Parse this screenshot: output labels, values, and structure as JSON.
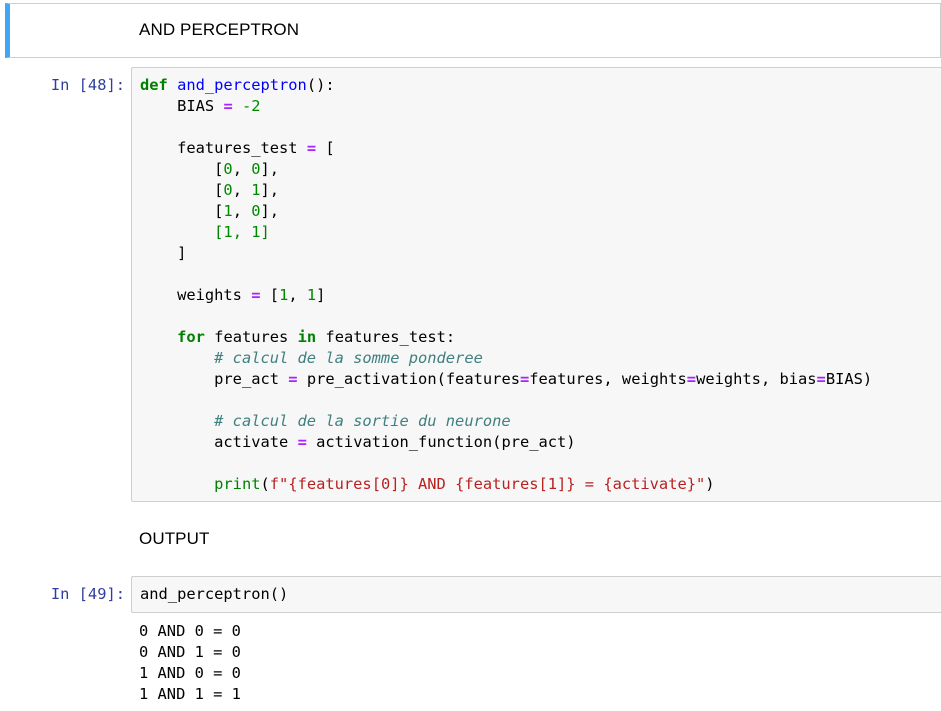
{
  "markdown": {
    "title": "AND PERCEPTRON",
    "output_heading": "OUTPUT"
  },
  "cell_48": {
    "prompt": "In [48]:",
    "code": {
      "def_kw": "def",
      "func_name": "and_perceptron",
      "def_tail": "():",
      "bias_name": "BIAS",
      "bias_eq": "=",
      "bias_value": "-2",
      "features_name": "features_test",
      "features_eq": "=",
      "features_open": "[",
      "rows": [
        {
          "a": "0",
          "b": "0",
          "tail": "],"
        },
        {
          "a": "0",
          "b": "1",
          "tail": "],"
        },
        {
          "a": "1",
          "b": "0",
          "tail": "],"
        },
        {
          "a": "1",
          "b": "1",
          "tail": "]"
        }
      ],
      "features_close": "]",
      "weights_name": "weights",
      "weights_eq": "=",
      "weights_a": "1",
      "weights_b": "1",
      "for_kw": "for",
      "loop_var": "features",
      "in_kw": "in",
      "loop_iter": "features_test:",
      "comment_1": "# calcul de la somme ponderee",
      "pre_act_name": "pre_act",
      "pre_act_eq": "=",
      "pre_act_call": "pre_activation(features",
      "pre_act_arg_eq1": "=",
      "pre_act_arg1": "features, weights",
      "pre_act_arg_eq2": "=",
      "pre_act_arg2": "weights, bias",
      "pre_act_arg_eq3": "=",
      "pre_act_arg3": "BIAS)",
      "comment_2": "# calcul de la sortie du neurone",
      "activate_name": "activate",
      "activate_eq": "=",
      "activate_call": "activation_function(pre_act)",
      "print_fn": "print",
      "print_open": "(",
      "print_str": "f\"{features[0]} AND {features[1]} = {activate}\"",
      "print_close": ")"
    }
  },
  "cell_49": {
    "prompt": "In [49]:",
    "code": "and_perceptron()",
    "output_lines": [
      "0 AND 0 = 0",
      "0 AND 1 = 0",
      "1 AND 0 = 0",
      "1 AND 1 = 1"
    ]
  }
}
